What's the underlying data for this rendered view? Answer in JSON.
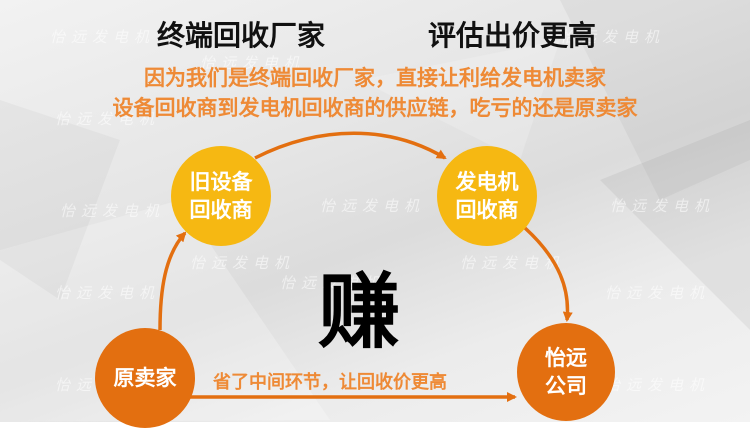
{
  "header": {
    "title_left": "终端回收厂家",
    "title_right": "评估出价更高",
    "subtitle_line1": "因为我们是终端回收厂家，直接让利给发电机卖家",
    "subtitle_line2": "设备回收商到发电机回收商的供应链，吃亏的还是原卖家"
  },
  "diagram": {
    "nodes": [
      {
        "id": "old-equipment-recycler",
        "line1": "旧设备",
        "line2": "回收商",
        "color": "#f6b812"
      },
      {
        "id": "generator-recycler",
        "line1": "发电机",
        "line2": "回收商",
        "color": "#f6b812"
      },
      {
        "id": "original-seller",
        "line1": "原卖家",
        "color": "#e36f10"
      },
      {
        "id": "yiyuan-company",
        "line1": "怡远",
        "line2": "公司",
        "color": "#e36f10"
      }
    ],
    "center_label": "赚",
    "direct_path_label": "省了中间环节，让回收价更高",
    "arrow_color": "#e36f10"
  },
  "watermark": "怡远发电机",
  "colors": {
    "accent_orange": "#e36f10",
    "accent_yellow": "#f6b812",
    "subtitle_orange": "#ee8a36",
    "title": "#111111"
  }
}
